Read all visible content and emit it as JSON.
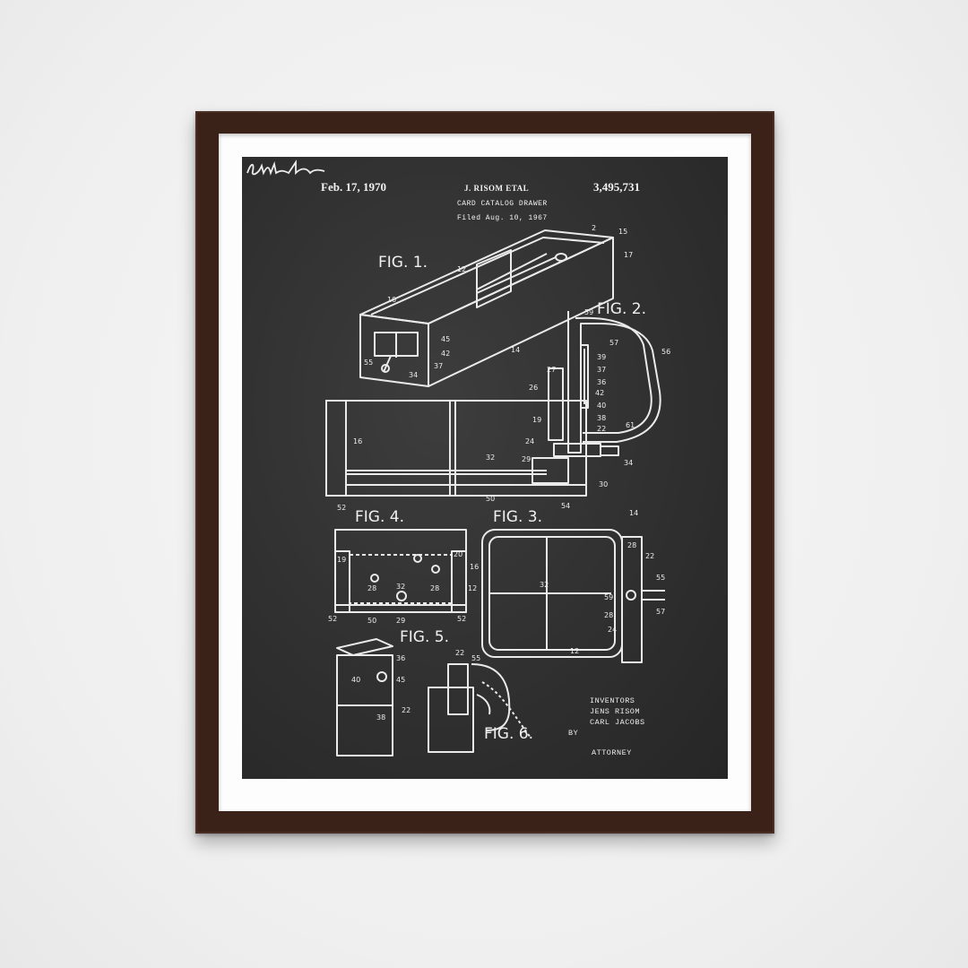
{
  "patent": {
    "date": "Feb. 17, 1970",
    "inventor_header": "J. RISOM ETAL",
    "patent_number": "3,495,731",
    "title": "CARD CATALOG DRAWER",
    "filed": "Filed Aug. 10, 1967"
  },
  "figures": {
    "fig1": "FIG. 1.",
    "fig2": "FIG. 2.",
    "fig3": "FIG. 3.",
    "fig4": "FIG. 4.",
    "fig5": "FIG. 5.",
    "fig6": "FIG. 6."
  },
  "inventors": {
    "heading": "INVENTORS",
    "name1": "JENS RISOM",
    "name2": "CARL JACOBS",
    "by": "BY",
    "attorney": "ATTORNEY"
  },
  "colors": {
    "frame": "#3a2219",
    "mat": "#fdfdfd",
    "chalkboard": "#303030",
    "chalk": "#f0f0f0"
  }
}
